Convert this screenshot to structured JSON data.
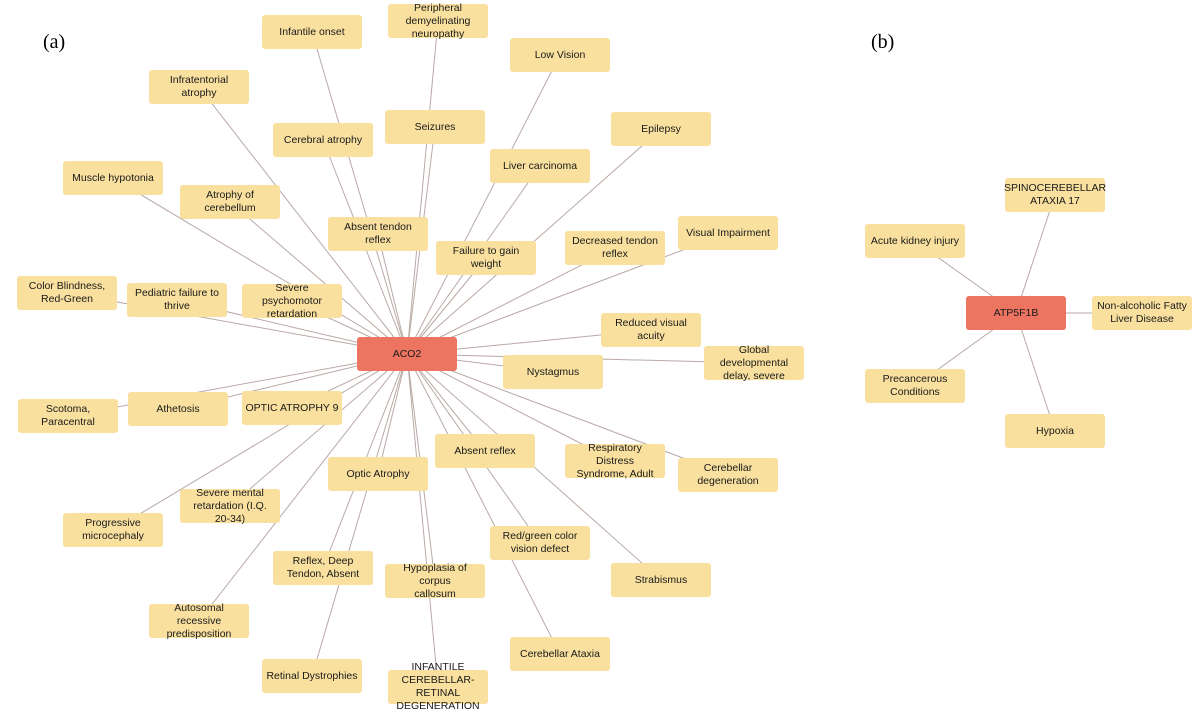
{
  "panels": [
    {
      "label": "(a)",
      "hub": "ACO2",
      "nodes": [
        "Infantile onset",
        "Peripheral demyelinating neuropathy",
        "Low Vision",
        "Infratentorial atrophy",
        "Seizures",
        "Cerebral atrophy",
        "Epilepsy",
        "Liver carcinoma",
        "Muscle hypotonia",
        "Atrophy of cerebellum",
        "Absent tendon reflex",
        "Visual Impairment",
        "Decreased tendon reflex",
        "Failure to gain weight",
        "Color Blindness, Red-Green",
        "Pediatric failure to thrive",
        "Severe psychomotor retardation",
        "Reduced visual acuity",
        "Global developmental delay, severe",
        "Nystagmus",
        "Scotoma, Paracentral",
        "Athetosis",
        "OPTIC ATROPHY 9",
        "Absent reflex",
        "Respiratory Distress Syndrome, Adult",
        "Cerebellar degeneration",
        "Optic Atrophy",
        "Severe mental retardation (I.Q. 20-34)",
        "Progressive microcephaly",
        "Red/green color vision defect",
        "Reflex, Deep Tendon, Absent",
        "Hypoplasia of corpus callosum",
        "Strabismus",
        "Autosomal recessive predisposition",
        "Cerebellar Ataxia",
        "Retinal Dystrophies",
        "INFANTILE CEREBELLAR-RETINAL DEGENERATION"
      ]
    },
    {
      "label": "(b)",
      "hub": "ATP5F1B",
      "nodes": [
        "SPINOCEREBELLAR ATAXIA 17",
        "Acute kidney injury",
        "Non-alcoholic Fatty Liver Disease",
        "Precancerous Conditions",
        "Hypoxia"
      ]
    }
  ],
  "colors": {
    "hub": "#ec7461",
    "leaf": "#f9e09f",
    "edge": "#b9a9a4"
  }
}
